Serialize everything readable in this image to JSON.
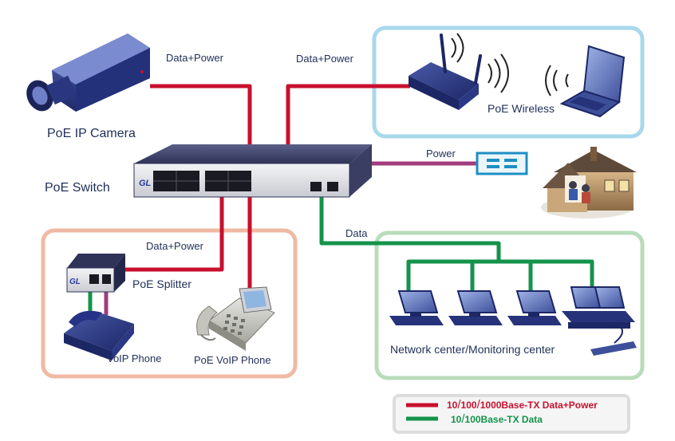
{
  "labels": {
    "camera": "PoE IP Camera",
    "switch": "PoE Switch",
    "wireless": "PoE Wireless",
    "splitter": "PoE  Splitter",
    "voip_phone": "VoIP Phone",
    "poe_voip_phone": "PoE VoIP Phone",
    "network_center": "Network center/Monitoring center",
    "switch_brand": "GL"
  },
  "links": {
    "camera_link": "Data+Power",
    "wireless_link": "Data+Power",
    "power_link": "Power",
    "data_link": "Data",
    "splitter_link": "Data+Power"
  },
  "legend": {
    "items": [
      {
        "parts": [
          "10",
          "/",
          "100",
          "/",
          "1000Base-TX Data+Power"
        ],
        "color": "#c8102e"
      },
      {
        "parts": [
          "10",
          "/",
          "100Base-TX Data"
        ],
        "color": "#14934a"
      }
    ]
  },
  "colors": {
    "data_power": "#c8102e",
    "data": "#14934a",
    "power": "#a23c7c",
    "wireless_box": "#a9d8ec",
    "splitter_box": "#f0b9a3",
    "network_box": "#b9dcbb",
    "label_text": "#1f2f58"
  }
}
